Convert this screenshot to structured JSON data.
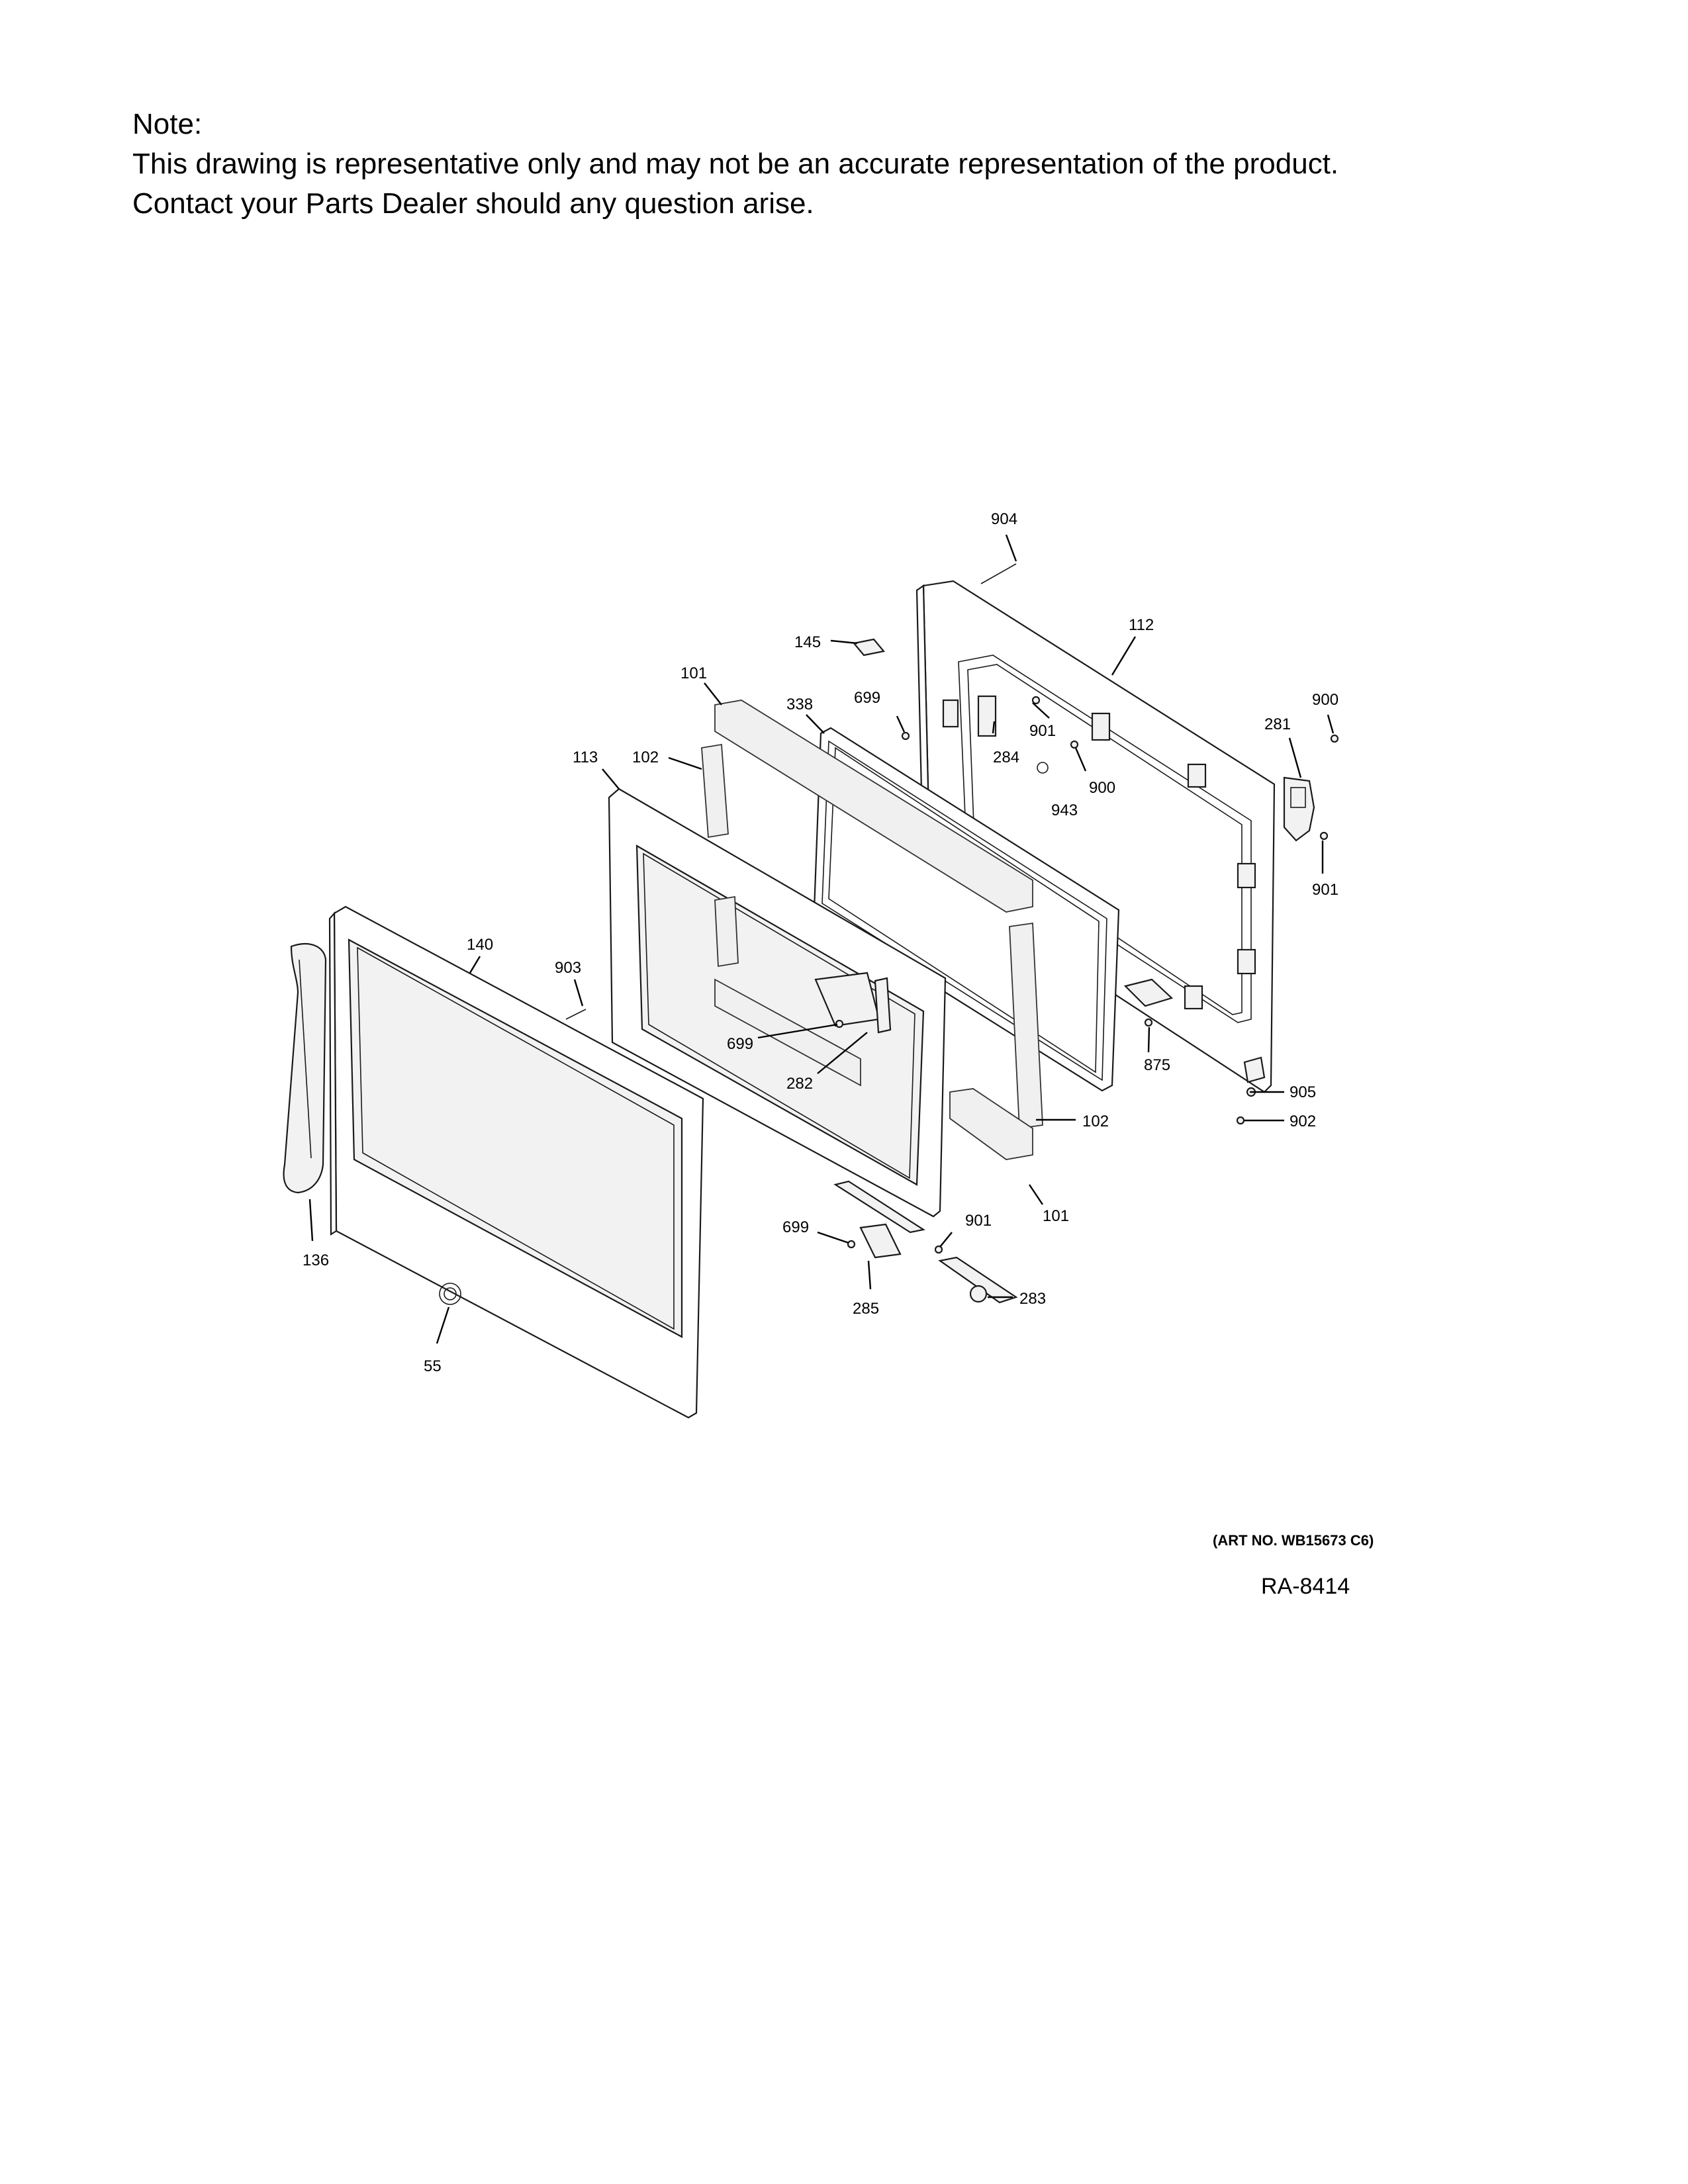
{
  "note": {
    "title": "Note:",
    "line1": "This drawing is representative only and may not be an accurate representation of the product.",
    "line2": "Contact your Parts Dealer should any question arise."
  },
  "callouts": [
    {
      "id": "904",
      "label": "904"
    },
    {
      "id": "112",
      "label": "112"
    },
    {
      "id": "145",
      "label": "145"
    },
    {
      "id": "101-top",
      "label": "101"
    },
    {
      "id": "699-top",
      "label": "699"
    },
    {
      "id": "338",
      "label": "338"
    },
    {
      "id": "900-right",
      "label": "900"
    },
    {
      "id": "281",
      "label": "281"
    },
    {
      "id": "901-top",
      "label": "901"
    },
    {
      "id": "284",
      "label": "284"
    },
    {
      "id": "900-mid",
      "label": "900"
    },
    {
      "id": "943",
      "label": "943"
    },
    {
      "id": "113",
      "label": "113"
    },
    {
      "id": "102-top",
      "label": "102"
    },
    {
      "id": "901-right",
      "label": "901"
    },
    {
      "id": "140",
      "label": "140"
    },
    {
      "id": "903",
      "label": "903"
    },
    {
      "id": "699-mid",
      "label": "699"
    },
    {
      "id": "282",
      "label": "282"
    },
    {
      "id": "875",
      "label": "875"
    },
    {
      "id": "905",
      "label": "905"
    },
    {
      "id": "902",
      "label": "902"
    },
    {
      "id": "102-bottom",
      "label": "102"
    },
    {
      "id": "101-bottom",
      "label": "101"
    },
    {
      "id": "901-bottom",
      "label": "901"
    },
    {
      "id": "699-bottom",
      "label": "699"
    },
    {
      "id": "285",
      "label": "285"
    },
    {
      "id": "283",
      "label": "283"
    },
    {
      "id": "136",
      "label": "136"
    },
    {
      "id": "55",
      "label": "55"
    }
  ],
  "art_number": "(ART NO. WB15673 C6)",
  "ra_number": "RA-8414"
}
